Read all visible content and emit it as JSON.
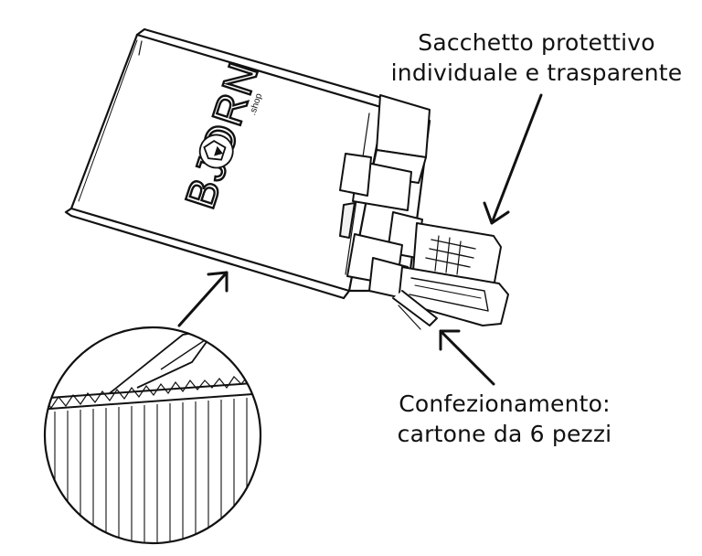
{
  "colors": {
    "ink": "#111111",
    "paper": "#ffffff",
    "shade": "#e8e8e8"
  },
  "brand": {
    "name": "BJORN",
    "sub": ".shop"
  },
  "callouts": {
    "bag": {
      "line1": "Sacchetto protettivo",
      "line2": "individuale e trasparente"
    },
    "pack": {
      "line1": "Confezionamento:",
      "line2": "cartone da 6 pezzi"
    }
  }
}
